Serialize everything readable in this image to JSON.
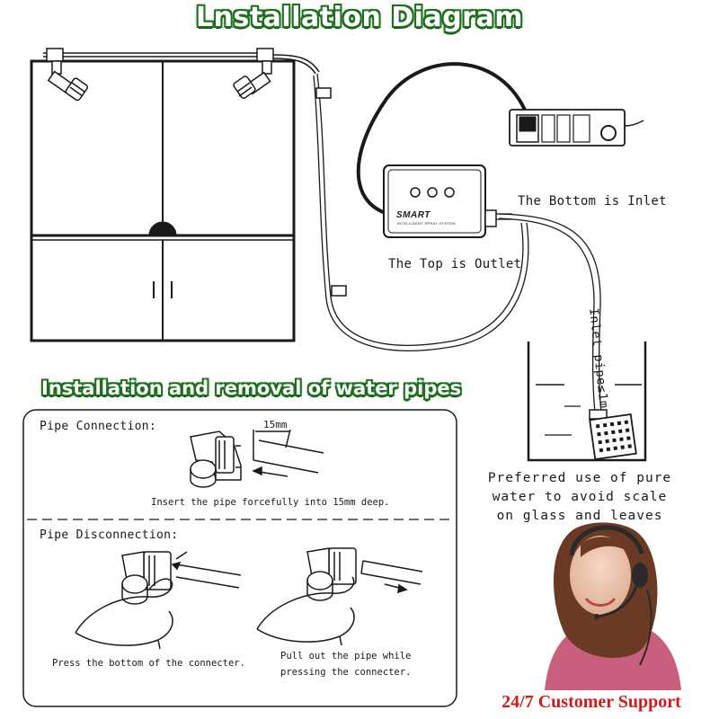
{
  "titles": {
    "installation_diagram": "Lnstallation Diagram",
    "pipes_section": "Installation and removal of water pipes"
  },
  "labels": {
    "bottom_inlet": "The Bottom is Inlet",
    "top_outlet": "The Top is Outlet",
    "inlet_pipe": "Inlet pipe≤1m",
    "device_brand": "SMART",
    "device_subtitle": "INTELLIGENT SPRAY SYSTEM",
    "pure_water": [
      "Preferred use of pure",
      "water to avoid scale",
      "on glass and leaves"
    ],
    "support": "24/7 Customer Support"
  },
  "pipe_connection": {
    "heading": "Pipe Connection:",
    "depth": "15mm",
    "instruction": "Insert the pipe forcefully into 15mm deep."
  },
  "pipe_disconnection": {
    "heading": "Pipe Disconnection:",
    "step1": "Press the bottom of the connecter.",
    "step2_line1": "Pull out the pipe while",
    "step2_line2": "pressing the connecter."
  },
  "colors": {
    "title_green": "#1b6e1b",
    "support_red": "#d21a1a",
    "line": "#1a1a1a"
  }
}
